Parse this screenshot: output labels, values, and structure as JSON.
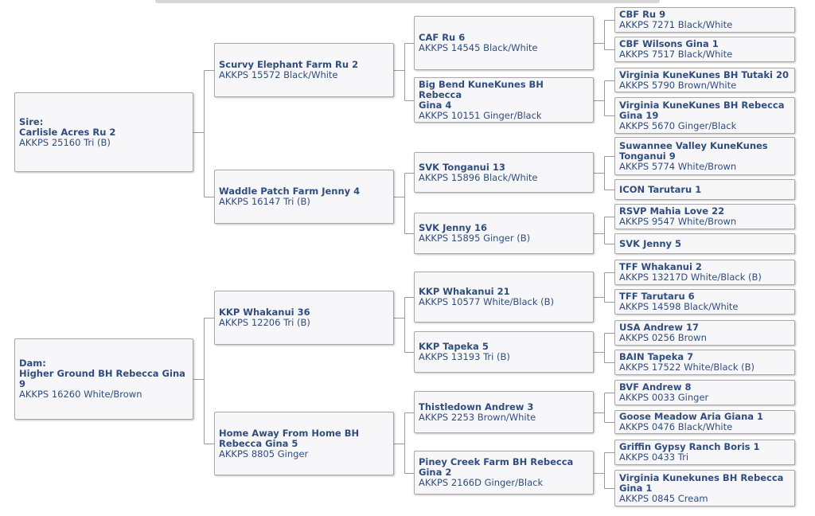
{
  "pedigree": {
    "sire": {
      "label": "Sire:",
      "name": "Carlisle Acres Ru 2",
      "reg": "AKKPS 25160 Tri (B)",
      "sire": {
        "name": "Scurvy Elephant Farm Ru 2",
        "reg": "AKKPS 15572 Black/White",
        "sire": {
          "name": "CAF Ru 6",
          "reg": "AKKPS 14545 Black/White",
          "sire": {
            "name": "CBF Ru 9",
            "reg": "AKKPS 7271 Black/White"
          },
          "dam": {
            "name": "CBF Wilsons Gina 1",
            "reg": "AKKPS 7517 Black/White"
          }
        },
        "dam": {
          "name": "Big Bend KuneKunes BH Rebecca\n Gina 4",
          "reg": "AKKPS 10151 Ginger/Black",
          "sire": {
            "name": "Virginia KuneKunes BH Tutaki 20",
            "reg": "AKKPS 5790 Brown/White"
          },
          "dam": {
            "name": "Virginia KuneKunes BH Rebecca\n Gina 19",
            "reg": "AKKPS 5670 Ginger/Black"
          }
        }
      },
      "dam": {
        "name": "Waddle Patch Farm Jenny 4",
        "reg": "AKKPS 16147 Tri (B)",
        "sire": {
          "name": "SVK Tonganui 13",
          "reg": "AKKPS 15896 Black/White",
          "sire": {
            "name": "Suwannee Valley KuneKunes\n Tonganui 9",
            "reg": "AKKPS 5774 White/Brown"
          },
          "dam": {
            "name": "ICON Tarutaru 1",
            "reg": ""
          }
        },
        "dam": {
          "name": "SVK Jenny 16",
          "reg": "AKKPS 15895 Ginger (B)",
          "sire": {
            "name": "RSVP Mahia Love 22",
            "reg": "AKKPS 9547 White/Brown"
          },
          "dam": {
            "name": "SVK Jenny 5",
            "reg": ""
          }
        }
      }
    },
    "dam": {
      "label": "Dam:",
      "name": "Higher Ground BH Rebecca Gina\n 9",
      "reg": "AKKPS 16260 White/Brown",
      "sire": {
        "name": "KKP Whakanui 36",
        "reg": "AKKPS 12206 Tri (B)",
        "sire": {
          "name": "KKP Whakanui 21",
          "reg": "AKKPS 10577 White/Black (B)",
          "sire": {
            "name": "TFF Whakanui 2",
            "reg": "AKKPS 13217D White/Black (B)"
          },
          "dam": {
            "name": "TFF Tarutaru 6",
            "reg": "AKKPS 14598 Black/White"
          }
        },
        "dam": {
          "name": "KKP Tapeka 5",
          "reg": "AKKPS 13193 Tri (B)",
          "sire": {
            "name": "USA Andrew 17",
            "reg": "AKKPS 0256 Brown"
          },
          "dam": {
            "name": "BAIN Tapeka 7",
            "reg": "AKKPS 17522 White/Black (B)"
          }
        }
      },
      "dam": {
        "name": "Home Away From Home BH\n Rebecca Gina 5",
        "reg": "AKKPS 8805 Ginger",
        "sire": {
          "name": "Thistledown Andrew 3",
          "reg": "AKKPS 2253 Brown/White",
          "sire": {
            "name": "BVF Andrew 8",
            "reg": "AKKPS 0033 Ginger"
          },
          "dam": {
            "name": "Goose Meadow Aria Giana 1",
            "reg": "AKKPS 0476 Black/White"
          }
        },
        "dam": {
          "name": "Piney Creek Farm BH Rebecca\n Gina 2",
          "reg": "AKKPS 2166D Ginger/Black",
          "sire": {
            "name": "Griffin Gypsy Ranch Boris 1",
            "reg": "AKKPS 0433 Tri"
          },
          "dam": {
            "name": "Virginia Kunekunes BH Rebecca\n Gina 1",
            "reg": "AKKPS 0845 Cream"
          }
        }
      }
    }
  }
}
